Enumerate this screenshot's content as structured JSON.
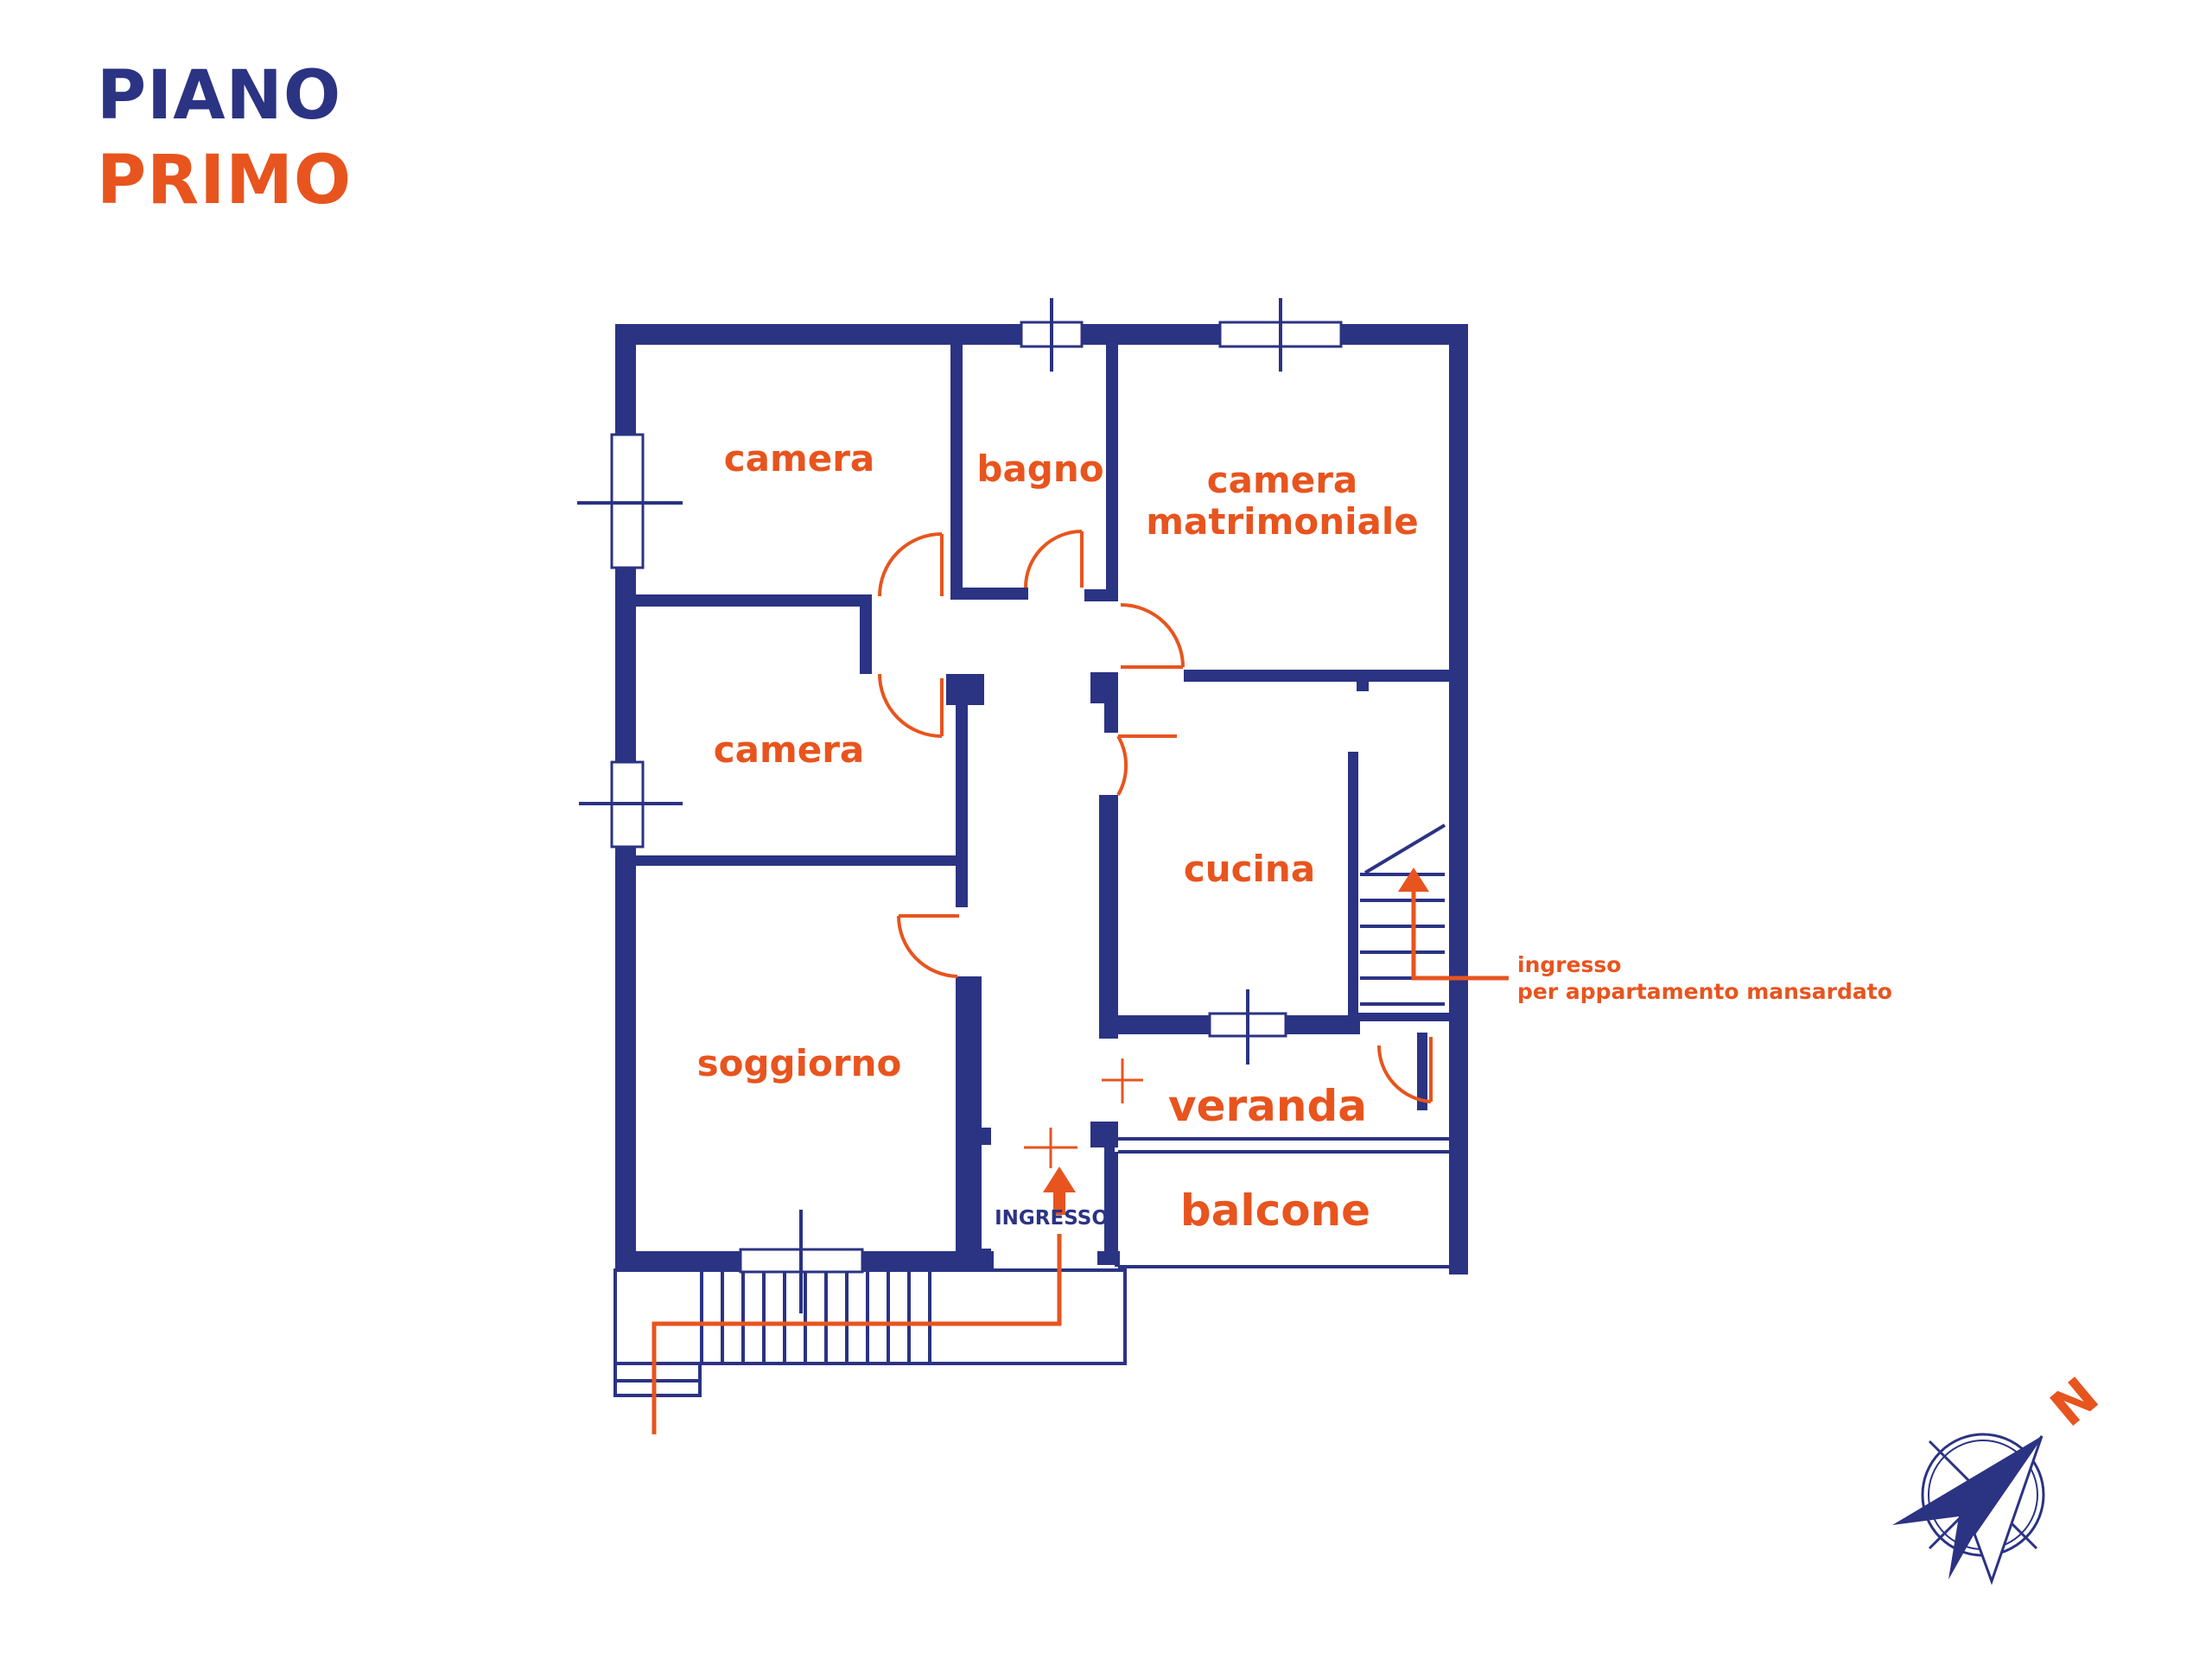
{
  "colors": {
    "wall": "#2b3383",
    "accent": "#e8541e",
    "background": "#ffffff"
  },
  "title": {
    "line1": "PIANO",
    "line2": "PRIMO"
  },
  "rooms": {
    "camera_top_left": "camera",
    "bagno": "bagno",
    "camera_matrimoniale_line1": "camera",
    "camera_matrimoniale_line2": "matrimoniale",
    "camera_middle_left": "camera",
    "cucina": "cucina",
    "soggiorno": "soggiorno",
    "veranda": "veranda",
    "balcone": "balcone"
  },
  "labels": {
    "ingresso": "INGRESSO",
    "side_entrance_line1": "ingresso",
    "side_entrance_line2": "per appartamento mansardato"
  },
  "compass": {
    "north_letter": "N",
    "icon": "compass-rose-icon"
  }
}
